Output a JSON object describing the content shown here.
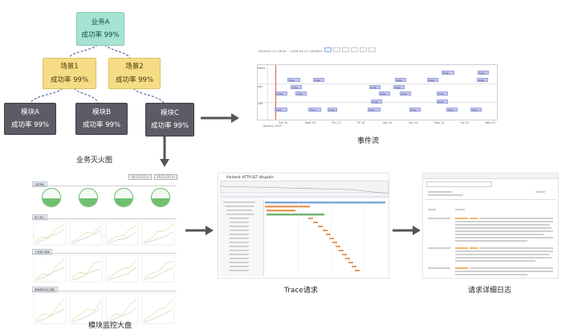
{
  "tree": {
    "root": {
      "label": "业务A",
      "rate": "成功率 99%"
    },
    "scenes": [
      {
        "label": "场景1",
        "rate": "成功率 99%"
      },
      {
        "label": "场景2",
        "rate": "成功率 99%"
      }
    ],
    "modules": [
      {
        "label": "模块A",
        "rate": "成功率 99%"
      },
      {
        "label": "模块B",
        "rate": "成功率 99%"
      },
      {
        "label": "模块C",
        "rate": "成功率 99%"
      }
    ],
    "caption": "业务灭火图"
  },
  "event_stream": {
    "caption": "事件流",
    "range_text": "2019-01-13 16:00 ~ 2019-01-13 18:00",
    "zoom_label": "2d",
    "rows": [
      "Redis",
      "Jdm",
      "Ldd"
    ],
    "axis_ticks": [
      "Tue 15",
      "Wed 16",
      "Thu 17",
      "Fri 18",
      "Sat 19",
      "Sun 20",
      "Mon 21",
      "Tue 22",
      "Wed 23"
    ],
    "axis_year": "January 2019",
    "event_label": "type"
  },
  "dashboard": {
    "caption": "模块监控大盘",
    "date_from": "06/10/2014",
    "date_to": "06/10/2014",
    "sections": [
      "容量指标",
      "核心接口",
      "下游接口调用",
      "基础服务接口调用"
    ]
  },
  "trace": {
    "caption": "Trace请求",
    "title": "frontend: HTTP GET /dispatch"
  },
  "log": {
    "caption": "请求详细日志"
  }
}
